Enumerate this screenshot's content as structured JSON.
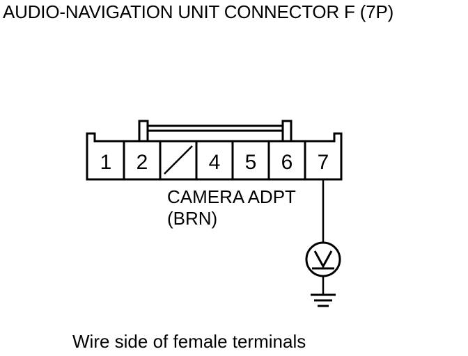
{
  "title": "AUDIO-NAVIGATION UNIT CONNECTOR F (7P)",
  "connector": {
    "pins": [
      {
        "number": "1",
        "empty": false
      },
      {
        "number": "2",
        "empty": false
      },
      {
        "number": "",
        "empty": true
      },
      {
        "number": "4",
        "empty": false
      },
      {
        "number": "5",
        "empty": false
      },
      {
        "number": "6",
        "empty": false
      },
      {
        "number": "7",
        "empty": false
      }
    ]
  },
  "wire": {
    "label_line1": "CAMERA ADPT",
    "label_line2": "(BRN)"
  },
  "meter": {
    "symbol": "V"
  },
  "caption": "Wire side of female terminals"
}
